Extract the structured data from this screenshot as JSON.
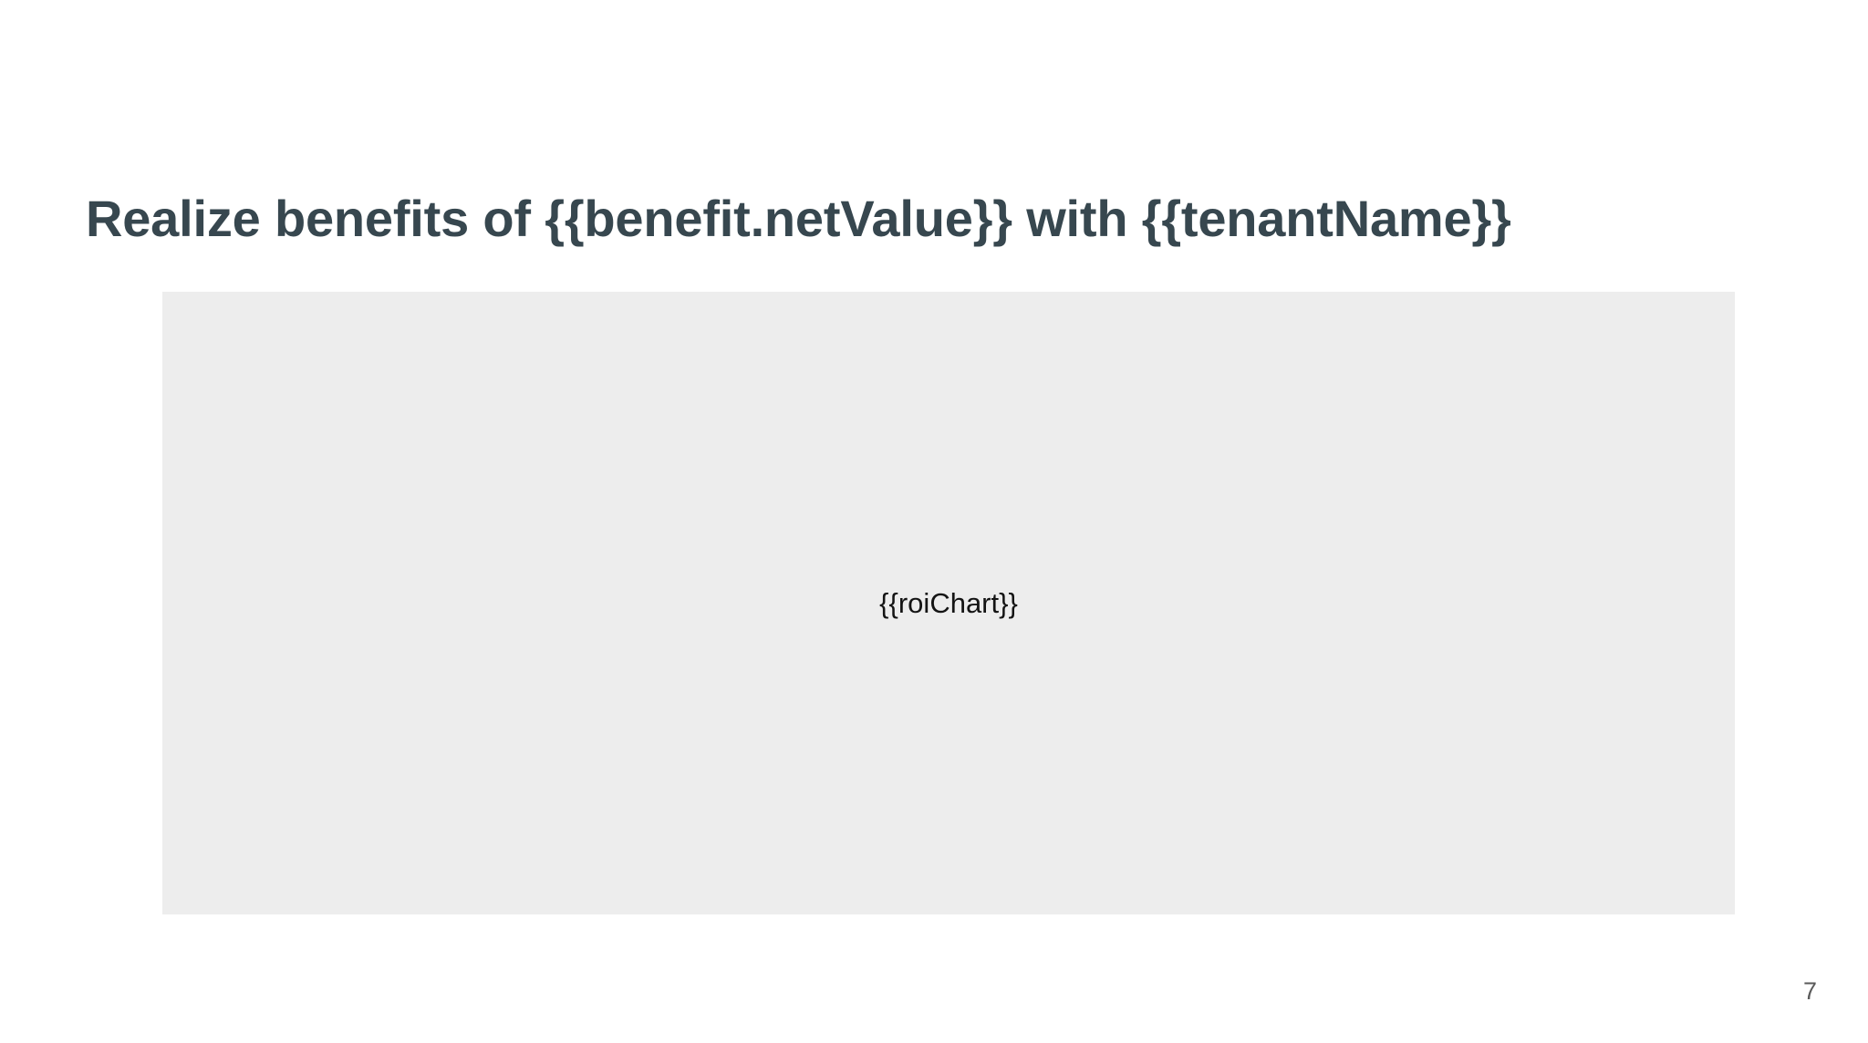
{
  "slide": {
    "background_color": "#ffffff",
    "title": "Realize benefits of {{benefit.netValue}} with {{tenantName}}",
    "title_color": "#37474f",
    "page_number": "7",
    "page_number_color": "#5a5a5a"
  },
  "chart_placeholder": {
    "label": "{{roiChart}}",
    "fill_color": "#ededed",
    "label_color": "#141414"
  }
}
